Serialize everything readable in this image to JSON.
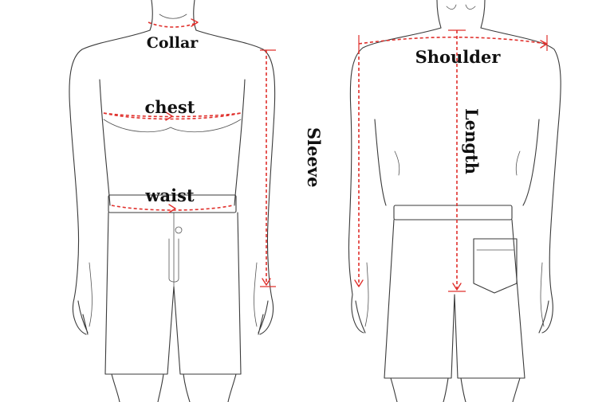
{
  "labels": {
    "collar": "Collar",
    "chest": "chest",
    "waist": "waist",
    "sleeve": "Sleeve",
    "shoulder": "Shoulder",
    "length": "Length"
  },
  "colors": {
    "measure_line": "#e0302c",
    "outline": "#3a3a3a",
    "text": "#111111",
    "background": "#ffffff"
  },
  "figures": [
    "front-view",
    "back-view"
  ]
}
